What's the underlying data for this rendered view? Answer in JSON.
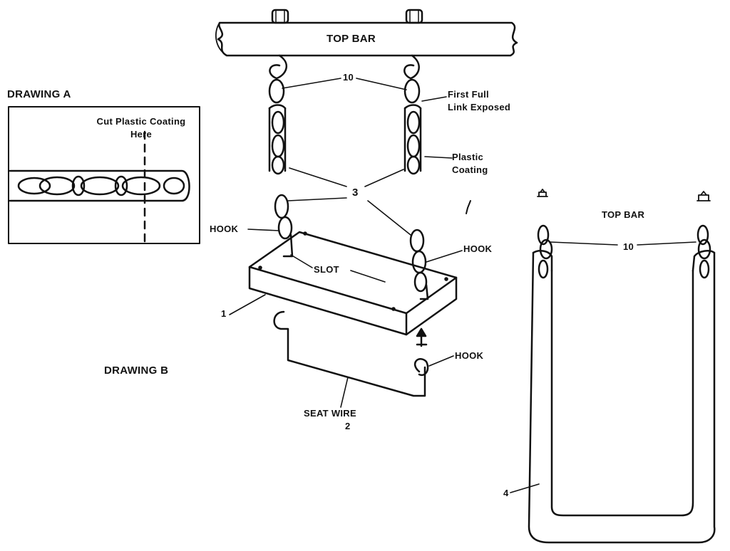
{
  "drawing_a": {
    "title": "DRAWING A",
    "cut_line1": "Cut Plastic Coating",
    "cut_line2": "Here"
  },
  "drawing_b": {
    "title": "DRAWING B",
    "top_bar": "TOP BAR",
    "part_10": "10",
    "first_full_line1": "First Full",
    "first_full_line2": "Link Exposed",
    "plastic_line1": "Plastic",
    "plastic_line2": "Coating",
    "part_3": "3",
    "hook_left": "HOOK",
    "hook_right": "HOOK",
    "hook_bottom": "HOOK",
    "slot": "SLOT",
    "part_1": "1",
    "seat_wire": "SEAT WIRE",
    "part_2": "2"
  },
  "right_view": {
    "top_bar": "TOP BAR",
    "part_10": "10",
    "part_4": "4"
  }
}
